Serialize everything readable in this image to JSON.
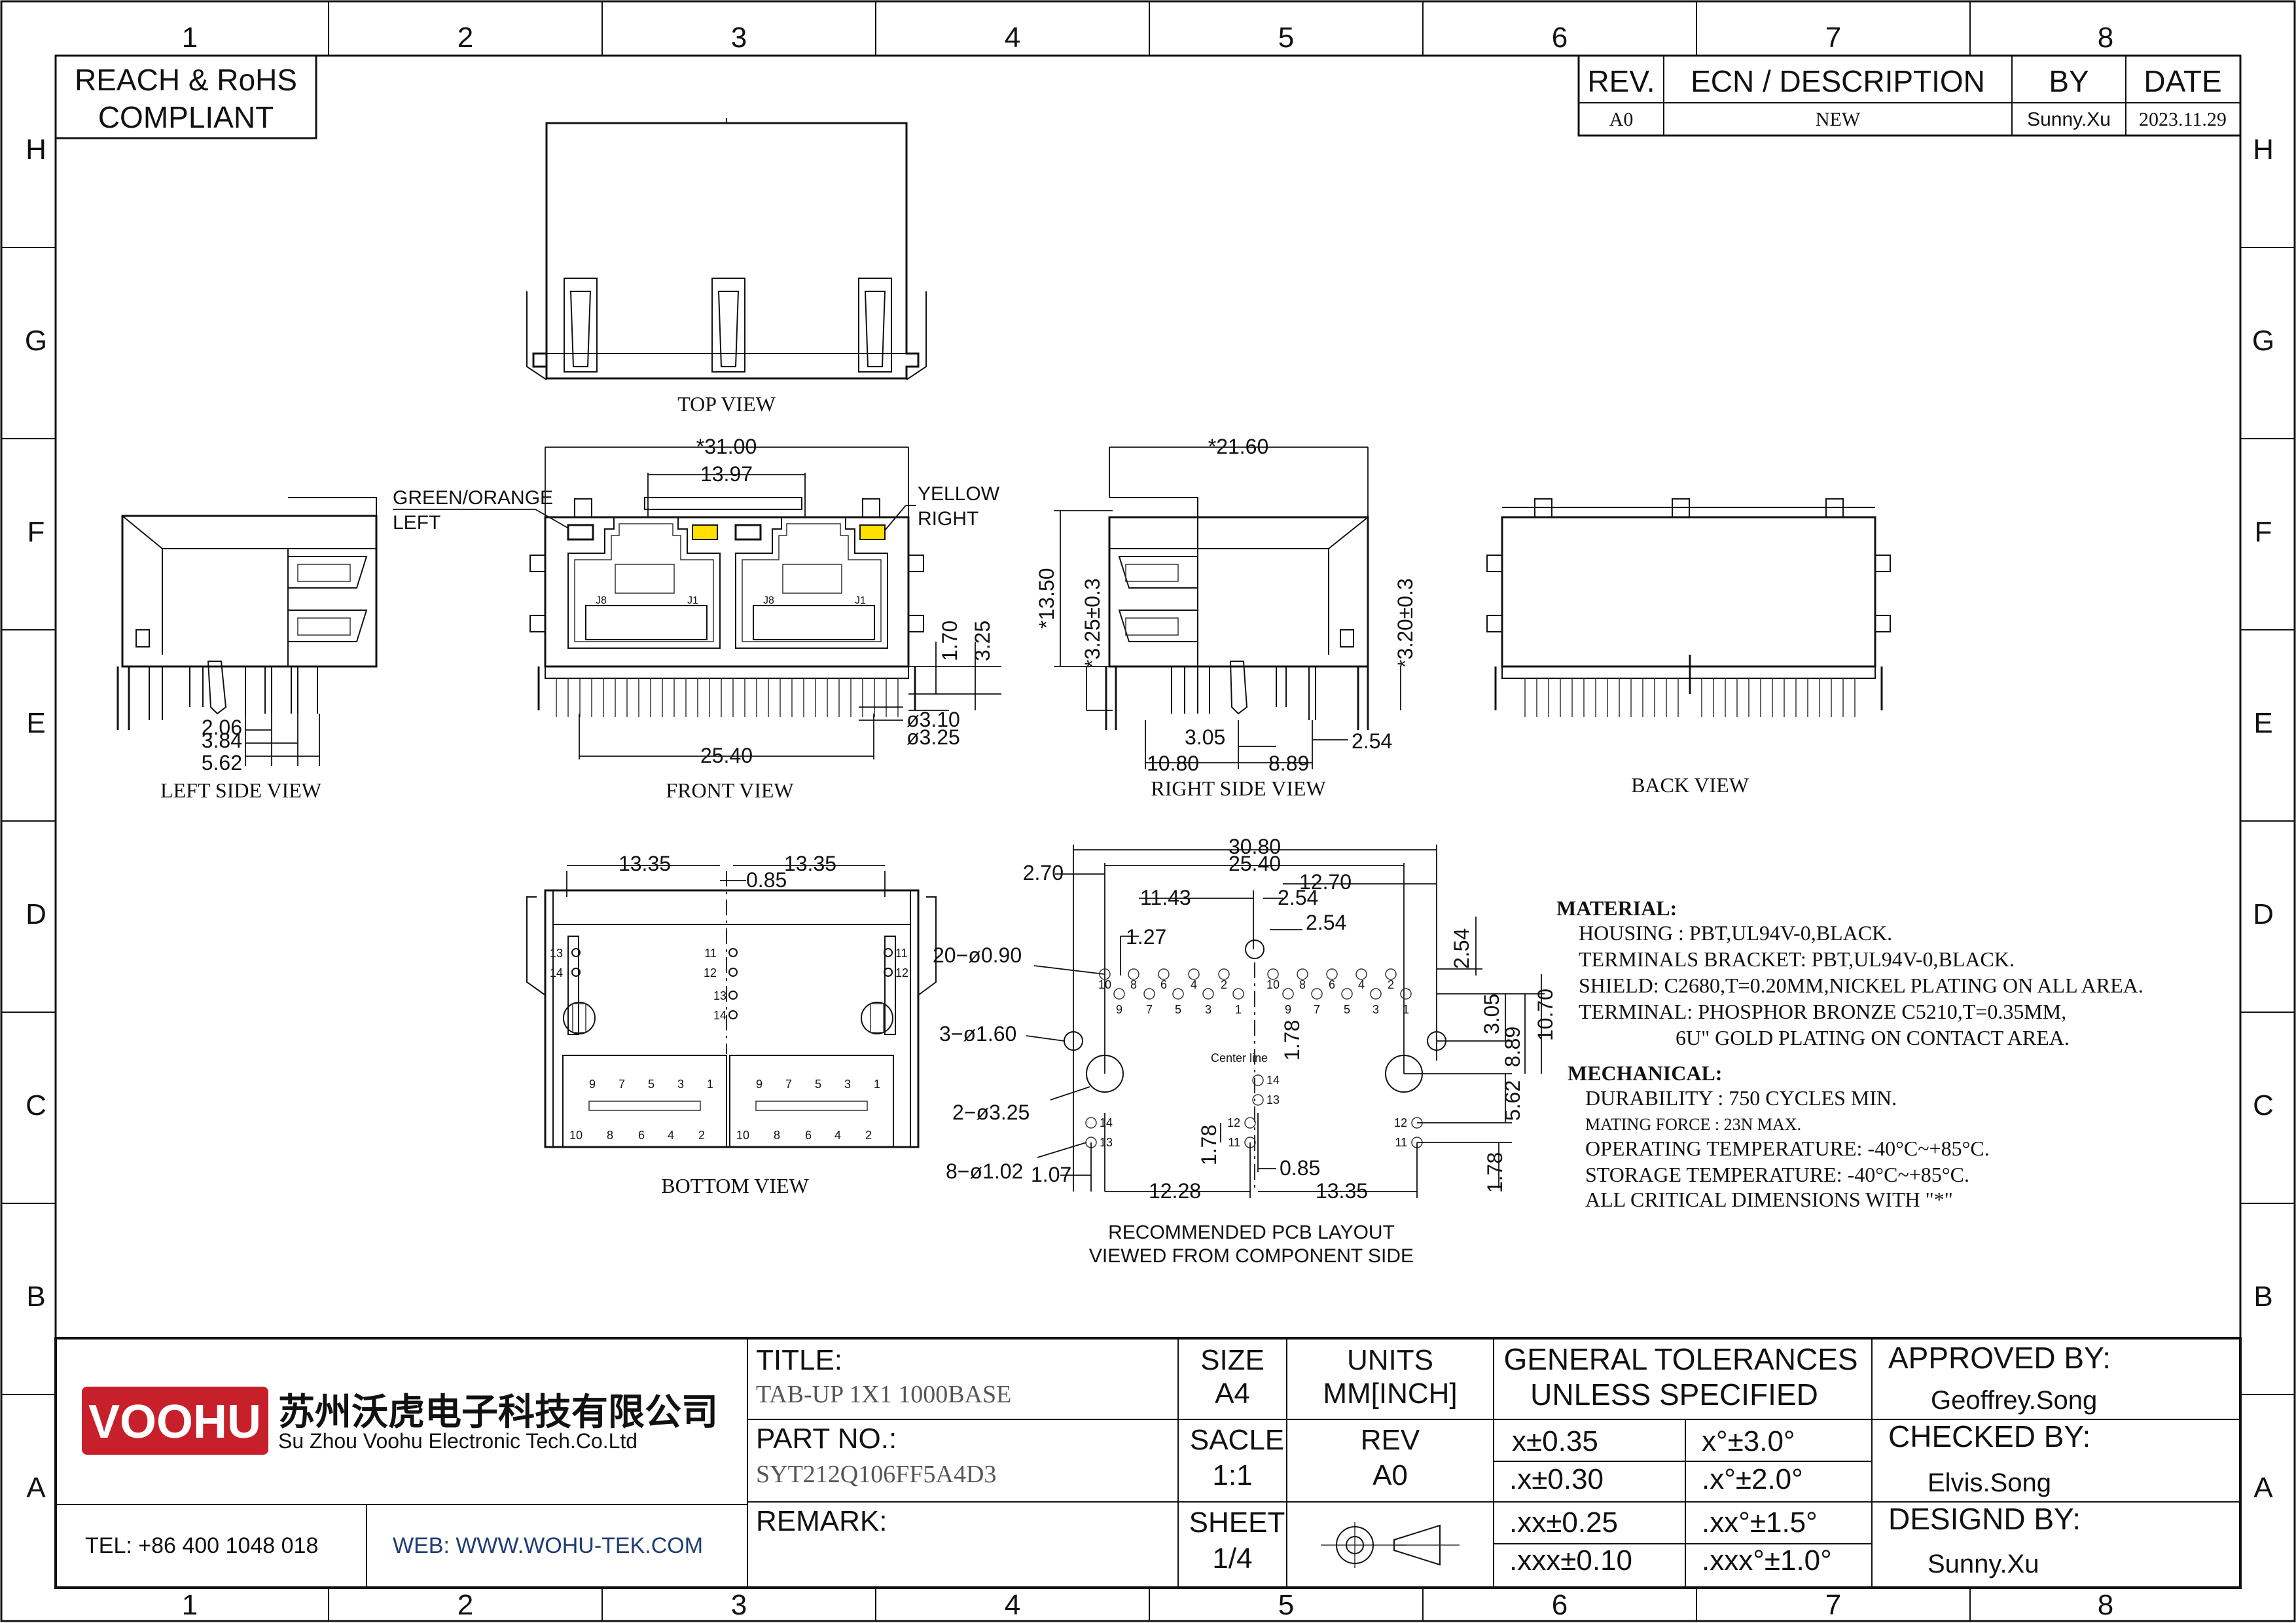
{
  "zones": {
    "columns": [
      "1",
      "2",
      "3",
      "4",
      "5",
      "6",
      "7",
      "8"
    ],
    "rows": [
      "H",
      "G",
      "F",
      "E",
      "D",
      "C",
      "B",
      "A"
    ]
  },
  "compliance": {
    "line1": "REACH & RoHS",
    "line2": "COMPLIANT"
  },
  "revision_table": {
    "headers": [
      "REV.",
      "ECN / DESCRIPTION",
      "BY",
      "DATE"
    ],
    "row": [
      "A0",
      "NEW",
      "Sunny.Xu",
      "2023.11.29"
    ]
  },
  "views": {
    "top": "TOP VIEW",
    "left_side": "LEFT SIDE VIEW",
    "front": "FRONT VIEW",
    "right_side": "RIGHT SIDE VIEW",
    "back": "BACK VIEW",
    "bottom": "BOTTOM VIEW",
    "pcb_line1": "RECOMMENDED PCB LAYOUT",
    "pcb_line2": "VIEWED FROM COMPONENT SIDE",
    "center_line": "Center line"
  },
  "led_labels": {
    "left_line1": "GREEN/ORANGE",
    "left_line2": "LEFT",
    "right_line1": "YELLOW",
    "right_line2": "RIGHT"
  },
  "dimensions": {
    "front_width": "*31.00",
    "front_pitch": "13.97",
    "front_h1": "1.70",
    "front_h2": "3.25",
    "front_dia1": "ø3.10",
    "front_dia2": "ø3.25",
    "front_span": "25.40",
    "left_a": "2.06",
    "left_b": "3.84",
    "left_c": "5.62",
    "right_width": "*21.60",
    "right_height": "*13.50",
    "right_h_left": "*3.25±0.3",
    "right_h_right": "*3.20±0.3",
    "right_a": "3.05",
    "right_b": "2.54",
    "right_c": "10.80",
    "right_d": "8.89",
    "bottom_left": "13.35",
    "bottom_right": "13.35",
    "bottom_gap": "0.85",
    "pcb_30_80": "30.80",
    "pcb_25_40": "25.40",
    "pcb_2_70": "2.70",
    "pcb_11_43": "11.43",
    "pcb_2_54a": "2.54",
    "pcb_12_70": "12.70",
    "pcb_2_54b": "2.54",
    "pcb_1_27": "1.27",
    "pcb_2_54c": "2.54",
    "pcb_holes1": "20−ø0.90",
    "pcb_holes2": "3−ø1.60",
    "pcb_holes3": "2−ø3.25",
    "pcb_holes4": "8−ø1.02",
    "pcb_1_78a": "1.78",
    "pcb_1_78b": "1.78",
    "pcb_1_78c": "1.78",
    "pcb_1_07": "1.07",
    "pcb_12_28": "12.28",
    "pcb_0_85": "0.85",
    "pcb_13_35": "13.35",
    "pcb_3_05": "3.05",
    "pcb_8_89": "8.89",
    "pcb_10_70": "10.70",
    "pcb_5_62": "5.62"
  },
  "pin_numbers": {
    "even": [
      "10",
      "8",
      "6",
      "4",
      "2"
    ],
    "odd": [
      "9",
      "7",
      "5",
      "3",
      "1"
    ],
    "led_a": [
      "11",
      "12",
      "13",
      "14"
    ],
    "jack": [
      "J8",
      "J1"
    ]
  },
  "material": {
    "heading": "MATERIAL:",
    "lines": [
      "HOUSING : PBT,UL94V-0,BLACK.",
      "TERMINALS BRACKET: PBT,UL94V-0,BLACK.",
      "SHIELD: C2680,T=0.20MM,NICKEL PLATING ON ALL AREA.",
      "TERMINAL: PHOSPHOR BRONZE C5210,T=0.35MM,",
      "6U\" GOLD PLATING ON CONTACT AREA."
    ]
  },
  "mechanical": {
    "heading": "MECHANICAL:",
    "lines": [
      "DURABILITY : 750 CYCLES MIN.",
      "MATING FORCE : 23N MAX.",
      "OPERATING TEMPERATURE: -40°C~+85°C.",
      "STORAGE TEMPERATURE: -40°C~+85°C.",
      "ALL CRITICAL DIMENSIONS WITH \"*\""
    ]
  },
  "title_block": {
    "logo_text": "VOOHU",
    "company_cn": "苏州沃虎电子科技有限公司",
    "company_en": "Su Zhou Voohu Electronic Tech.Co.Ltd",
    "tel": "TEL: +86 400 1048 018",
    "web": "WEB: WWW.WOHU-TEK.COM",
    "title_label": "TITLE:",
    "title_value": "TAB-UP 1X1 1000BASE",
    "part_label": "PART NO.:",
    "part_value": "SYT212Q106FF5A4D3",
    "remark_label": "REMARK:",
    "size_label": "SIZE",
    "size_value": "A4",
    "units_label": "UNITS",
    "units_value": "MM[INCH]",
    "scale_label": "SACLE",
    "scale_value": "1:1",
    "rev_label": "REV",
    "rev_value": "A0",
    "sheet_label": "SHEET",
    "sheet_value": "1/4",
    "tol_line1": "GENERAL TOLERANCES",
    "tol_line2": "UNLESS SPECIFIED",
    "tolerances": [
      [
        "x±0.35",
        "x°±3.0°"
      ],
      [
        ".x±0.30",
        ".x°±2.0°"
      ],
      [
        ".xx±0.25",
        ".xx°±1.5°"
      ],
      [
        ".xxx±0.10",
        ".xxx°±1.0°"
      ]
    ],
    "approved_label": "APPROVED BY:",
    "approved_value": "Geoffrey.Song",
    "checked_label": "CHECKED BY:",
    "checked_value": "Elvis.Song",
    "designed_label": "DESIGND BY:",
    "designed_value": "Sunny.Xu"
  },
  "colors": {
    "led": "#ffe000",
    "logo": "#c8202a",
    "web": "#1f3d73"
  }
}
